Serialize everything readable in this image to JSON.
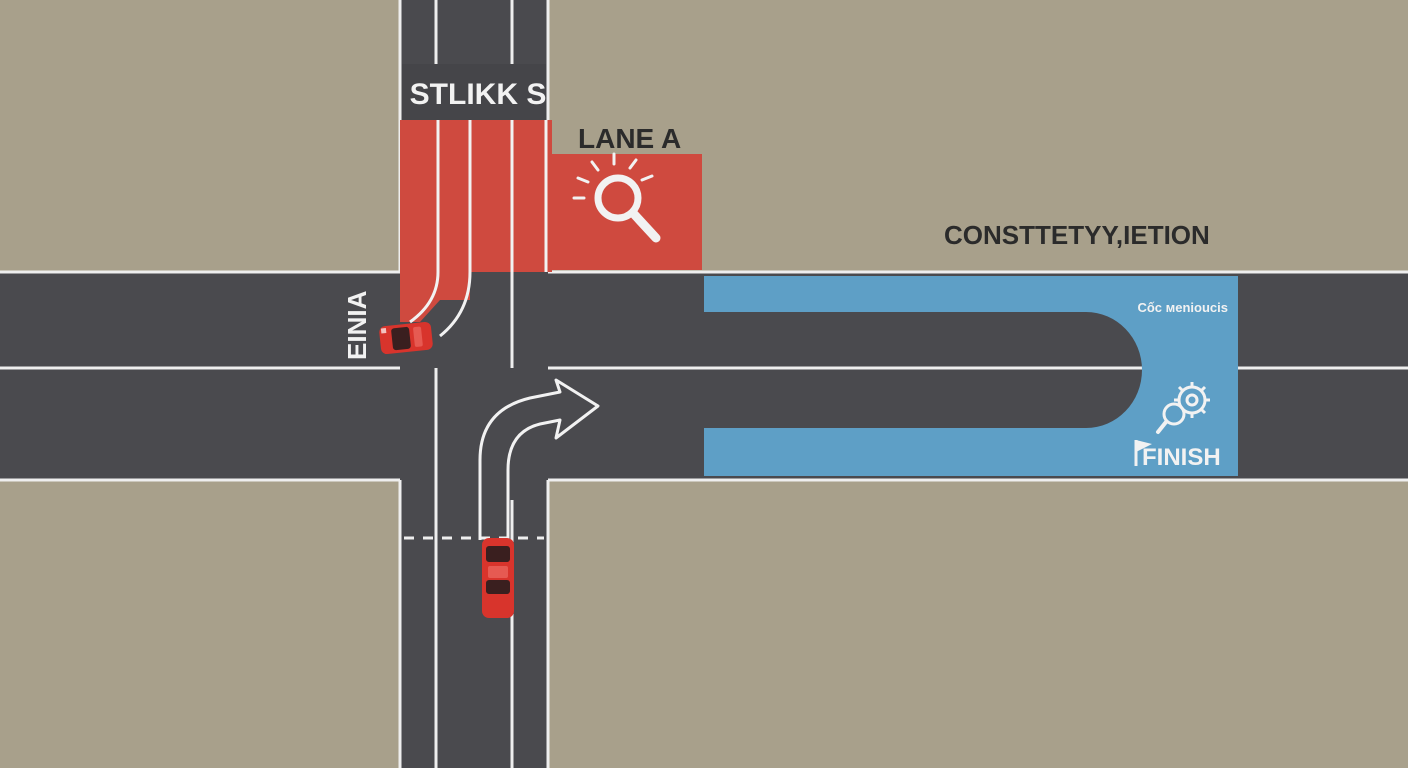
{
  "colors": {
    "ground": "#a8a08b",
    "road": "#4a4a4e",
    "road_line": "#eeeeee",
    "red_zone": "#cf4a3f",
    "blue_zone": "#5e9fc6",
    "car_body": "#d8342c",
    "car_window": "#3a1f1f",
    "text_dark": "#2b2b2b",
    "text_light": "#f2f2f2"
  },
  "labels": {
    "top_street": "STLIKK S",
    "lane_a": "LANE A",
    "construction": "CONSTTETYY,IETION",
    "left_vertical": "EINIA",
    "blue_small": "Cốc меnioucis",
    "finish": "FINISH"
  },
  "icons": {
    "lane_a_icon": "magnifier-rays-icon",
    "finish_icon": "gear-magnifier-icon",
    "finish_flag": "flag-icon",
    "turn_arrow": "turn-right-arrow-icon"
  }
}
